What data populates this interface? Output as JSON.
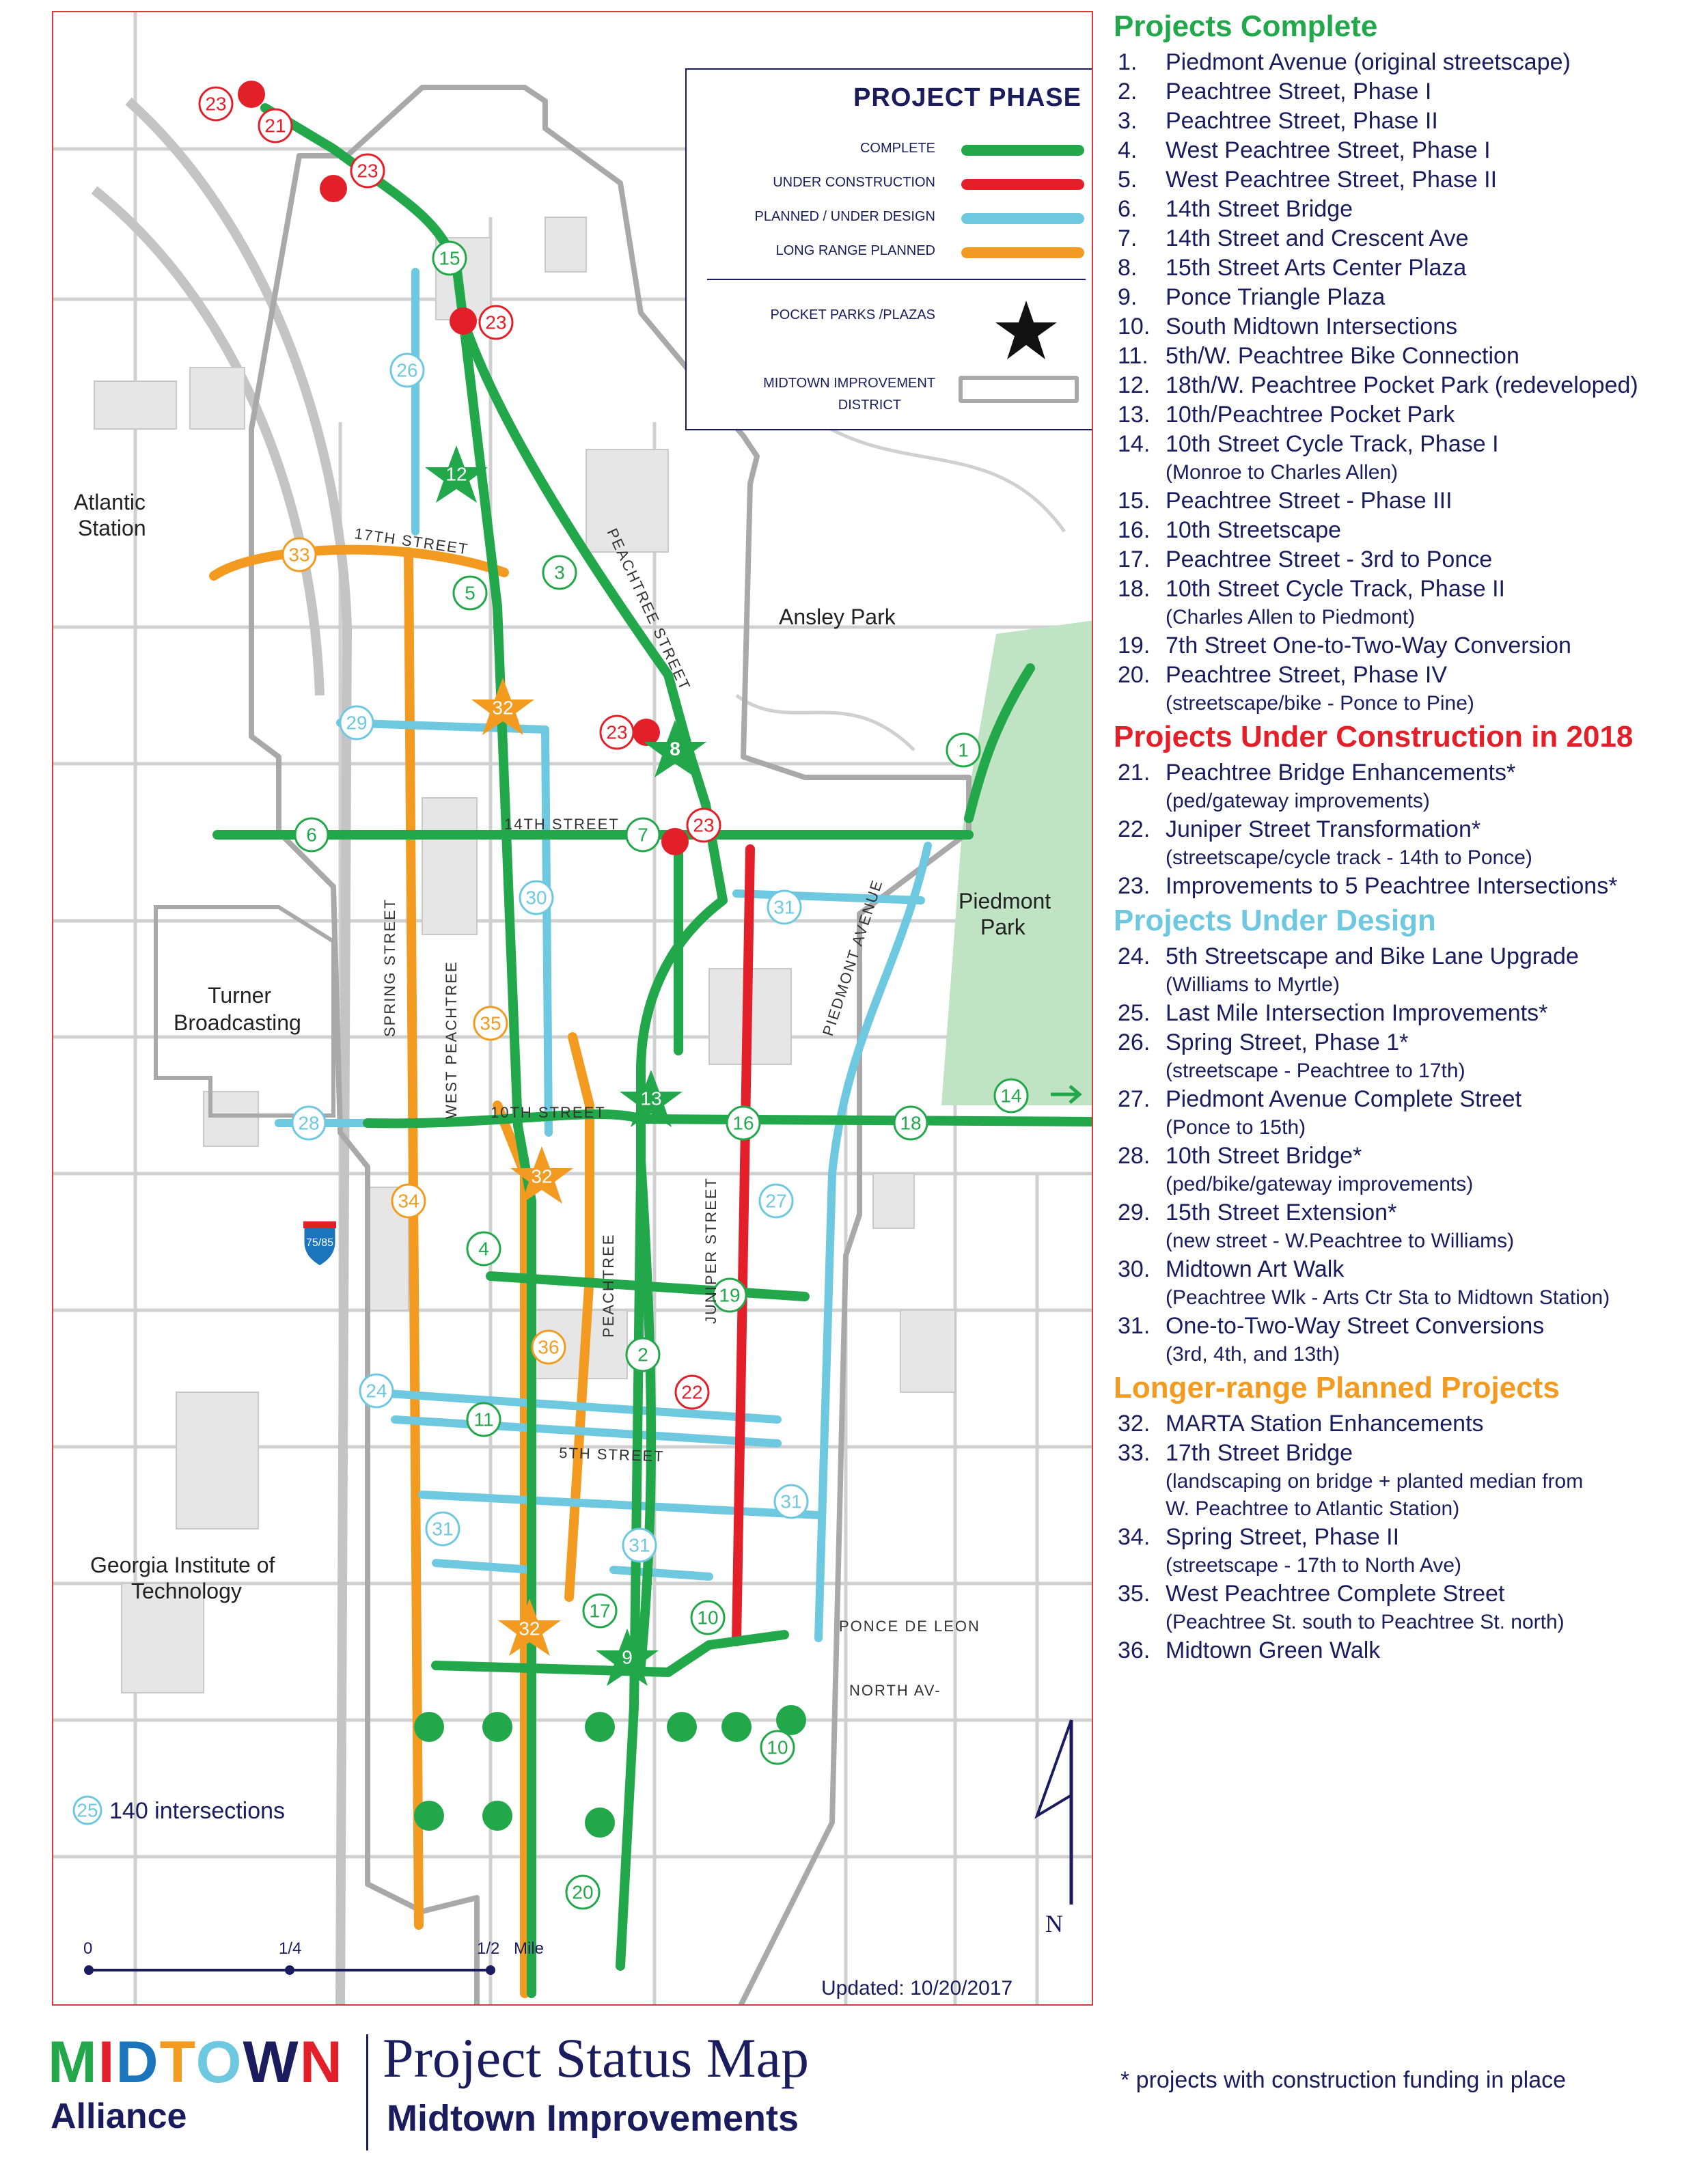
{
  "legend": {
    "title": "PROJECT PHASE",
    "rows": [
      {
        "label": "COMPLETE",
        "color": "#22a84a"
      },
      {
        "label": "UNDER CONSTRUCTION",
        "color": "#e3202a"
      },
      {
        "label": "PLANNED / UNDER DESIGN",
        "color": "#6ec8e0"
      },
      {
        "label": "LONG RANGE PLANNED",
        "color": "#f39b21"
      }
    ],
    "parks_label": "POCKET PARKS /PLAZAS",
    "district_label_1": "MIDTOWN IMPROVEMENT",
    "district_label_2": "DISTRICT"
  },
  "colors": {
    "complete": "#22a84a",
    "construction": "#e3202a",
    "design": "#6ec8e0",
    "longrange": "#f39b21",
    "district": "#a9a9a9",
    "park": "#bfe3c3",
    "navy": "#1b1c5e"
  },
  "map": {
    "places": {
      "atlantic_1": "Atlantic",
      "atlantic_2": "Station",
      "ansley": "Ansley Park",
      "piedmont_1": "Piedmont",
      "piedmont_2": "Park",
      "turner_1": "Turner",
      "turner_2": "Broadcasting",
      "gatech_1": "Georgia Institute of",
      "gatech_2": "Technology"
    },
    "streets": {
      "s17": "17TH STREET",
      "s14": "14TH STREET",
      "s10": "10TH STREET",
      "s5": "5TH STREET",
      "spring": "SPRING STREET",
      "westpeach": "WEST PEACHTREE",
      "peachtree": "PEACHTREE",
      "peachtree_st": "PEACHTREE STREET",
      "juniper": "JUNIPER STREET",
      "piedmont": "PIEDMONT AVENUE",
      "ponce": "PONCE DE LEON",
      "north": "NORTH AV-"
    },
    "highway": "75/85",
    "intersections_count": "25",
    "intersections_label": "140 intersections",
    "scale": {
      "s0": "0",
      "s1": "1/4",
      "s2": "1/2",
      "unit": "Mile"
    },
    "north": "N",
    "updated": "Updated: 10/20/2017"
  },
  "sections": {
    "complete": {
      "title": "Projects Complete",
      "color": "#22a84a",
      "items": [
        {
          "n": "1.",
          "t": "Piedmont Avenue (original streetscape)"
        },
        {
          "n": "2.",
          "t": "Peachtree Street, Phase I"
        },
        {
          "n": "3.",
          "t": "Peachtree Street, Phase II"
        },
        {
          "n": "4.",
          "t": "West Peachtree Street, Phase I"
        },
        {
          "n": "5.",
          "t": "West Peachtree Street, Phase II"
        },
        {
          "n": "6.",
          "t": "14th Street Bridge"
        },
        {
          "n": "7.",
          "t": "14th Street and Crescent Ave"
        },
        {
          "n": "8.",
          "t": "15th Street Arts Center Plaza"
        },
        {
          "n": "9.",
          "t": "Ponce Triangle Plaza"
        },
        {
          "n": "10.",
          "t": "South Midtown Intersections"
        },
        {
          "n": "11.",
          "t": "5th/W. Peachtree Bike Connection"
        },
        {
          "n": "12.",
          "t": "18th/W. Peachtree Pocket Park (redeveloped)"
        },
        {
          "n": "13.",
          "t": "10th/Peachtree Pocket Park"
        },
        {
          "n": "14.",
          "t": "10th Street Cycle Track, Phase I",
          "s": "(Monroe to Charles Allen)"
        },
        {
          "n": "15.",
          "t": "Peachtree Street - Phase III"
        },
        {
          "n": "16.",
          "t": "10th Streetscape"
        },
        {
          "n": "17.",
          "t": "Peachtree Street - 3rd to Ponce"
        },
        {
          "n": "18.",
          "t": "10th Street Cycle Track, Phase II",
          "s": "(Charles Allen to Piedmont)"
        },
        {
          "n": "19.",
          "t": "7th Street One-to-Two-Way Conversion"
        },
        {
          "n": "20.",
          "t": "Peachtree Street, Phase IV",
          "s": "(streetscape/bike - Ponce to Pine)"
        }
      ]
    },
    "construction": {
      "title": "Projects Under Construction in 2018",
      "color": "#e3202a",
      "items": [
        {
          "n": "21.",
          "t": "Peachtree Bridge Enhancements*",
          "s": "(ped/gateway improvements)"
        },
        {
          "n": "22.",
          "t": "Juniper Street Transformation*",
          "s": "(streetscape/cycle track - 14th to Ponce)"
        },
        {
          "n": "23.",
          "t": "Improvements to 5 Peachtree Intersections*"
        }
      ]
    },
    "design": {
      "title": "Projects Under Design",
      "color": "#6ec8e0",
      "items": [
        {
          "n": "24.",
          "t": "5th Streetscape and Bike Lane Upgrade",
          "s": "(Williams to Myrtle)"
        },
        {
          "n": "25.",
          "t": "Last Mile Intersection Improvements*"
        },
        {
          "n": "26.",
          "t": "Spring Street, Phase 1*",
          "s": "(streetscape - Peachtree to 17th)"
        },
        {
          "n": "27.",
          "t": "Piedmont Avenue Complete Street",
          "s": "(Ponce to 15th)"
        },
        {
          "n": "28.",
          "t": "10th Street Bridge*",
          "s": "(ped/bike/gateway improvements)"
        },
        {
          "n": "29.",
          "t": "15th Street Extension*",
          "s": "(new street - W.Peachtree to Williams)"
        },
        {
          "n": "30.",
          "t": "Midtown Art Walk",
          "s": "(Peachtree Wlk - Arts Ctr Sta to Midtown Station)"
        },
        {
          "n": "31.",
          "t": "One-to-Two-Way Street Conversions",
          "s": "(3rd, 4th, and 13th)"
        }
      ]
    },
    "longrange": {
      "title": "Longer-range Planned Projects",
      "color": "#f39b21",
      "items": [
        {
          "n": "32.",
          "t": "MARTA Station Enhancements"
        },
        {
          "n": "33.",
          "t": "17th Street Bridge",
          "s": "(landscaping on bridge + planted median from",
          "s2": "W. Peachtree to Atlantic Station)"
        },
        {
          "n": "34.",
          "t": "Spring Street, Phase II",
          "s": "(streetscape - 17th to North Ave)"
        },
        {
          "n": "35.",
          "t": "West Peachtree Complete Street",
          "s": "(Peachtree St. south to Peachtree St. north)"
        },
        {
          "n": "36.",
          "t": "Midtown Green Walk"
        }
      ]
    }
  },
  "footer": {
    "logo_letters": [
      "M",
      "I",
      "D",
      "T",
      "O",
      "W",
      "N"
    ],
    "logo_colors": [
      "#22a84a",
      "#e3202a",
      "#1b75bc",
      "#f39b21",
      "#6ec8e0",
      "#1b1c5e",
      "#e3202a"
    ],
    "logo_sub": "Alliance",
    "title": "Project Status Map",
    "subtitle": "Midtown Improvements",
    "note": "* projects with construction funding in place"
  }
}
